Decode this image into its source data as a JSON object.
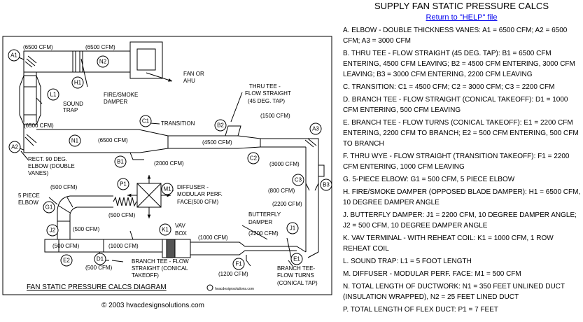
{
  "panel": {
    "title": "SUPPLY FAN STATIC PRESSURE CALCS",
    "help_link": "Return to \"HELP\" file",
    "items": [
      "A.  ELBOW - DOUBLE THICKNESS VANES:  A1 = 6500 CFM; A2 = 6500 CFM; A3 = 3000 CFM",
      "B.  THRU TEE - FLOW STRAIGHT (45 DEG. TAP):  B1 = 6500 CFM ENTERING, 4500 CFM LEAVING; B2 = 4500 CFM ENTERING, 3000 CFM LEAVING; B3 = 3000 CFM ENTERING, 2200 CFM LEAVING",
      "C.  TRANSITION: C1 = 4500 CFM; C2 = 3000 CFM; C3 = 2200 CFM",
      "D.  BRANCH TEE - FLOW STRAIGHT (CONICAL TAKEOFF): D1 = 1000 CFM ENTERING, 500 CFM LEAVING",
      "E.  BRANCH TEE - FLOW TURNS (CONICAL TAKEOFF): E1 = 2200 CFM ENTERING, 2200 CFM TO BRANCH; E2 = 500 CFM ENTERING, 500 CFM TO BRANCH",
      "F.  THRU WYE - FLOW STRAIGHT (TRANSITION TAKEOFF): F1 = 2200 CFM ENTERING, 1000 CFM LEAVING",
      "G.  5-PIECE ELBOW: G1 = 500 CFM, 5 PIECE ELBOW",
      "H.  FIRE/SMOKE DAMPER (OPPOSED BLADE DAMPER): H1 = 6500 CFM, 10 DEGREE DAMPER ANGLE",
      "J.  BUTTERFLY DAMPER: J1 = 2200 CFM, 10 DEGREE DAMPER ANGLE; J2 = 500 CFM, 10 DEGREE DAMPER ANGLE",
      "K.  VAV TERMINAL - WITH REHEAT COIL: K1 = 1000 CFM, 1 ROW REHEAT COIL",
      "L.  SOUND TRAP: L1 = 5 FOOT LENGTH",
      "M.  DIFFUSER - MODULAR PERF. FACE: M1 = 500 CFM",
      "N.  TOTAL LENGTH OF DUCTWORK: N1 = 350 FEET UNLINED DUCT (INSULATION WRAPPED), N2 = 25 FEET LINED DUCT",
      "P.  TOTAL LENGTH OF FLEX DUCT: P1 = 7 FEET"
    ]
  },
  "diagram": {
    "title": "FAN STATIC PRESSURE CALCS DIAGRAM",
    "logo_text": "hvacdesignsolutions.com",
    "copyright": "© 2003 hvacdesignsolutions.com",
    "tags": [
      "A1",
      "N2",
      "H1",
      "L1",
      "A2",
      "N1",
      "C1",
      "B2",
      "A3",
      "B1",
      "C2",
      "C3",
      "B3",
      "P1",
      "M1",
      "G1",
      "J2",
      "K1",
      "J1",
      "E2",
      "D1",
      "F1",
      "E1"
    ],
    "labels": {
      "cfm_6500": "(6500 CFM)",
      "cfm_4500": "(4500 CFM)",
      "cfm_3000": "(3000 CFM)",
      "cfm_2200": "(2200 CFM)",
      "cfm_2000": "(2000 CFM)",
      "cfm_1500": "(1500 CFM)",
      "cfm_1200": "(1200 CFM)",
      "cfm_1000": "(1000 CFM)",
      "cfm_800": "(800 CFM)",
      "cfm_500": "(500 CFM)",
      "fan_ahu": [
        "FAN OR",
        "AHU"
      ],
      "fire_damper": [
        "FIRE/SMOKE",
        "DAMPER"
      ],
      "sound_trap": [
        "SOUND",
        "TRAP"
      ],
      "thru_tee": [
        "THRU TEE -",
        "FLOW STRAIGHT",
        "(45 DEG. TAP)"
      ],
      "transition": "TRANSITION",
      "rect_elbow": [
        "RECT. 90 DEG.",
        "ELBOW (DOUBLE",
        "VANES)"
      ],
      "five_piece_elbow": [
        "5 PIECE",
        "ELBOW"
      ],
      "diffuser": [
        "DIFFUSER -",
        "MODULAR PERF.",
        "FACE(500 CFM)"
      ],
      "vav_box": [
        "VAV",
        "BOX"
      ],
      "butterfly_damper": [
        "BUTTERFLY",
        "DAMPER"
      ],
      "branch_tee_straight": [
        "BRANCH TEE - FLOW",
        "STRAIGHT (CONICAL",
        "TAKEOFF)"
      ],
      "branch_tee_turns": [
        "BRANCH TEE-",
        "FLOW TURNS",
        "(CONICAL TAP)"
      ]
    }
  }
}
